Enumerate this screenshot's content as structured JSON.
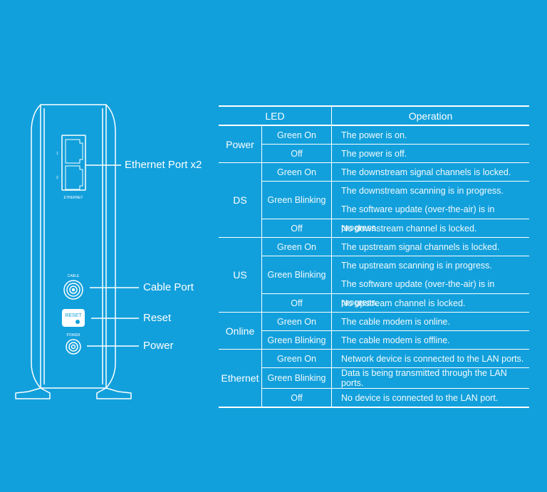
{
  "device": {
    "ethernet_label": "ETHERNET",
    "port_numbers": [
      "1",
      "2"
    ],
    "cable_label": "CABLE",
    "reset_label": "RESET",
    "power_label": "POWER"
  },
  "callouts": {
    "ethernet": "Ethernet Port x2",
    "cable": "Cable Port",
    "reset": "Reset",
    "power": "Power"
  },
  "table": {
    "headers": {
      "led": "LED",
      "operation": "Operation"
    },
    "groups": [
      {
        "led": "Power",
        "rows": [
          {
            "state": "Green On",
            "ops": [
              "The power is on."
            ]
          },
          {
            "state": "Off",
            "ops": [
              "The power is off."
            ]
          }
        ]
      },
      {
        "led": "DS",
        "rows": [
          {
            "state": "Green On",
            "ops": [
              "The downstream signal channels is locked."
            ]
          },
          {
            "state": "Green Blinking",
            "ops": [
              "The downstream scanning is in progress.",
              "The software update (over-the-air) is in progress."
            ]
          },
          {
            "state": "Off",
            "ops": [
              "No downstream channel is locked."
            ]
          }
        ]
      },
      {
        "led": "US",
        "rows": [
          {
            "state": "Green On",
            "ops": [
              "The upstream signal channels is locked."
            ]
          },
          {
            "state": "Green Blinking",
            "ops": [
              "The upstream scanning is in progress.",
              "The software update (over-the-air) is in progress."
            ]
          },
          {
            "state": "Off",
            "ops": [
              "No upstream channel is locked."
            ]
          }
        ]
      },
      {
        "led": "Online",
        "rows": [
          {
            "state": "Green On",
            "ops": [
              "The cable modem is online."
            ]
          },
          {
            "state": "Green Blinking",
            "ops": [
              "The cable modem is offline."
            ]
          }
        ]
      },
      {
        "led": "Ethernet",
        "rows": [
          {
            "state": "Green On",
            "ops": [
              "Network device is connected to the LAN ports."
            ]
          },
          {
            "state": "Green Blinking",
            "ops": [
              "Data is being transmitted through the LAN ports."
            ]
          },
          {
            "state": "Off",
            "ops": [
              "No device is connected to the LAN port."
            ]
          }
        ]
      }
    ]
  }
}
